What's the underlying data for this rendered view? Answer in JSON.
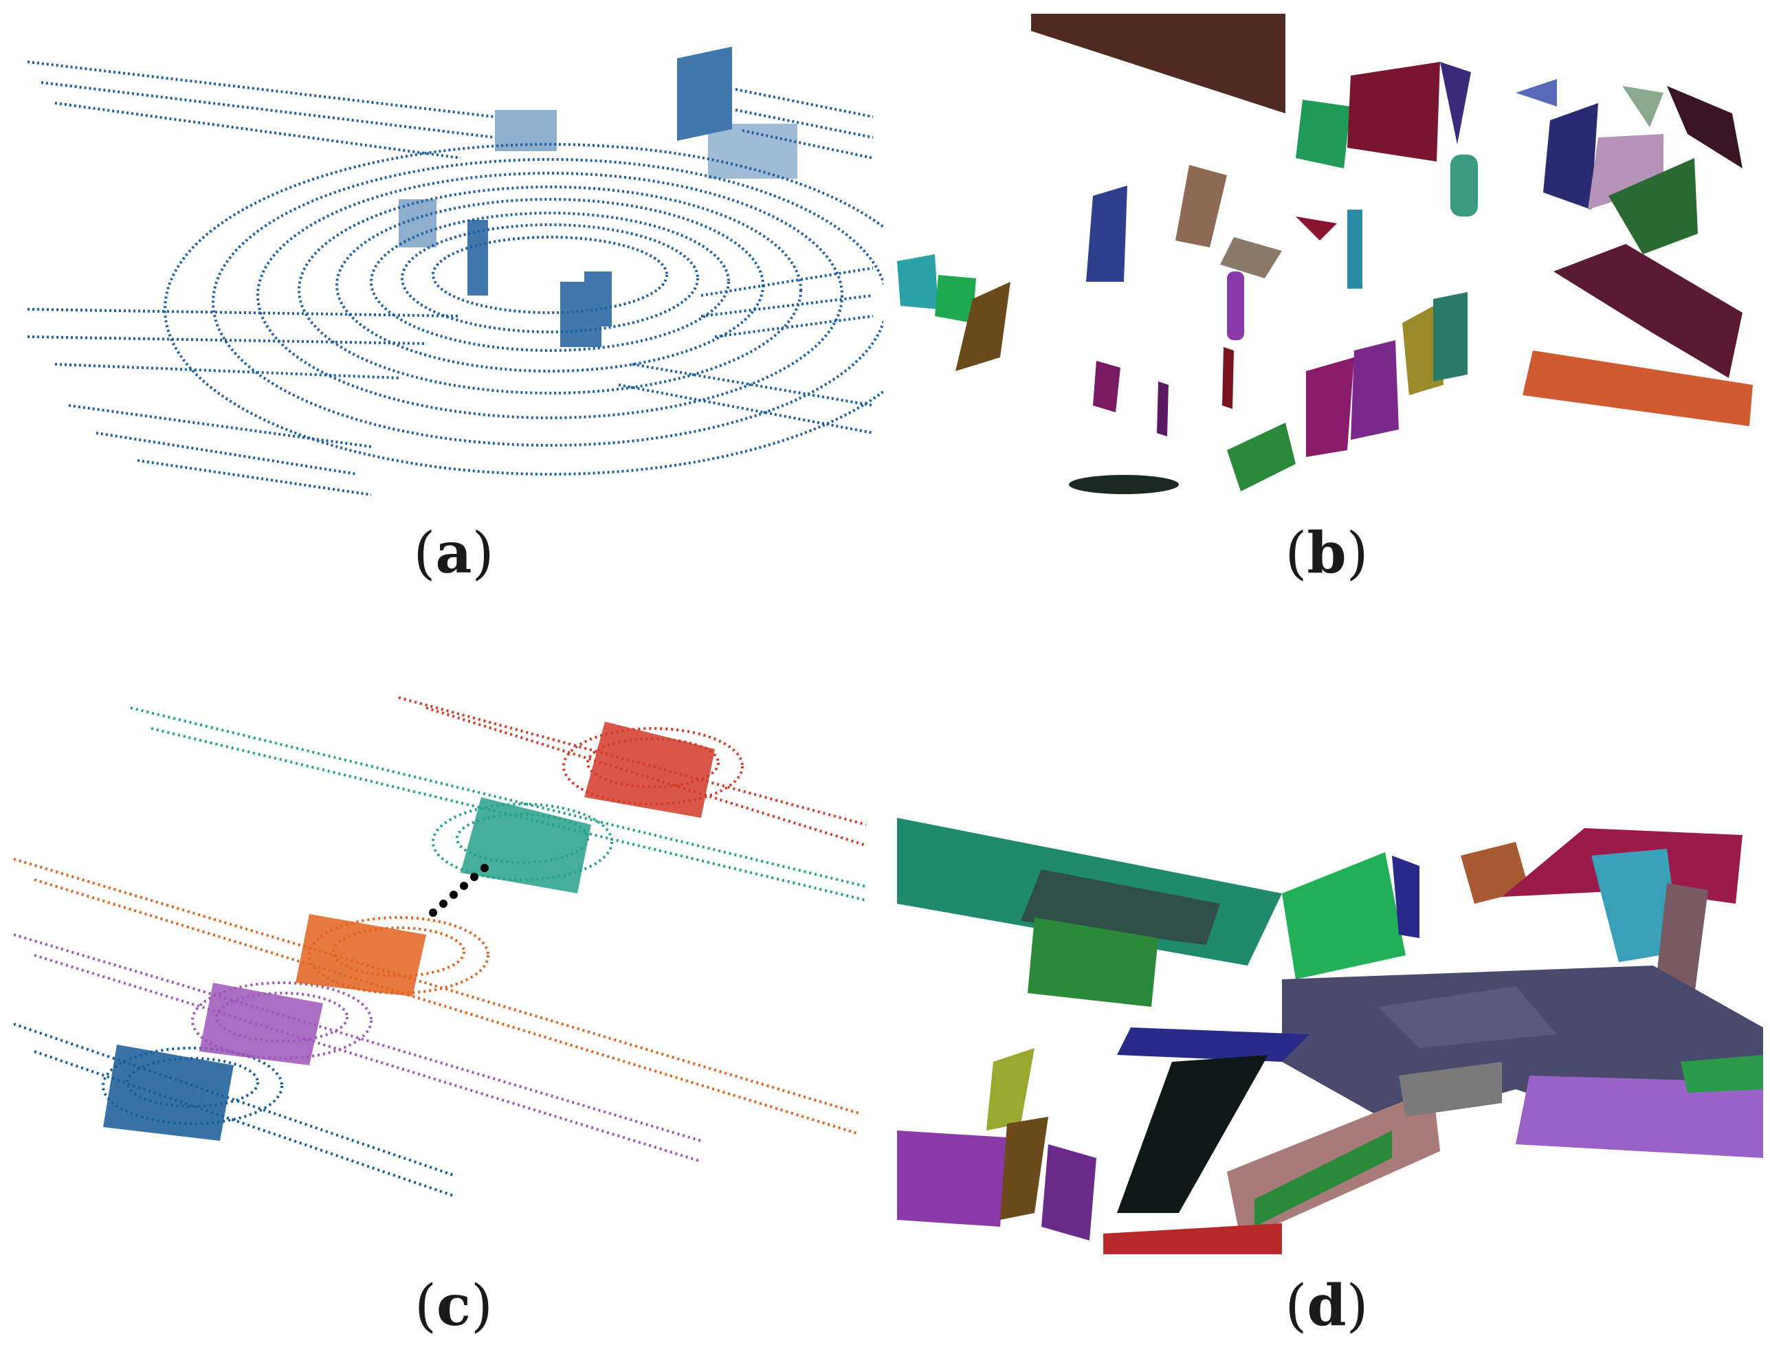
{
  "figure": {
    "panels": [
      {
        "id": "a",
        "label_open": "(",
        "label_letter": "a",
        "label_close": ")"
      },
      {
        "id": "b",
        "label_open": "(",
        "label_letter": "b",
        "label_close": ")"
      },
      {
        "id": "c",
        "label_open": "(",
        "label_letter": "c",
        "label_close": ")"
      },
      {
        "id": "d",
        "label_open": "(",
        "label_letter": "d",
        "label_close": ")"
      }
    ]
  },
  "colors": {
    "scan_blue": "#1f5f9e",
    "scan_teal": "#26a08a",
    "scan_red": "#d23a28",
    "scan_orange": "#e0621f",
    "scan_purple": "#9c55b8",
    "scan_dark_blue": "#165a96",
    "gap_dots": "#000000"
  }
}
